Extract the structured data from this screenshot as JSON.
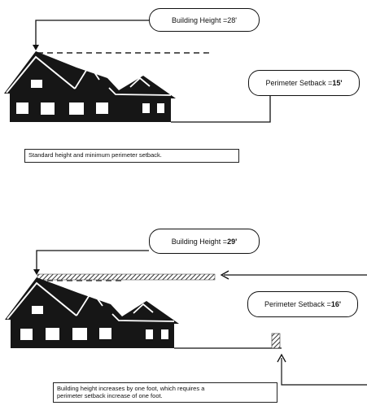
{
  "panel_top": {
    "height_label": "Building Height = ",
    "height_value": "28'",
    "setback_label": "Perimeter Setback = ",
    "setback_value": "15'",
    "caption": "Standard height and minimum perimeter setback."
  },
  "panel_bottom": {
    "height_label": "Building Height = ",
    "height_value": "29'",
    "setback_label": "Perimeter Setback = ",
    "setback_value": "16'",
    "caption_line1": "Building height increases by one foot, which requires a",
    "caption_line2": "perimeter setback increase of one foot."
  },
  "colors": {
    "ink": "#111111",
    "background": "#ffffff"
  }
}
